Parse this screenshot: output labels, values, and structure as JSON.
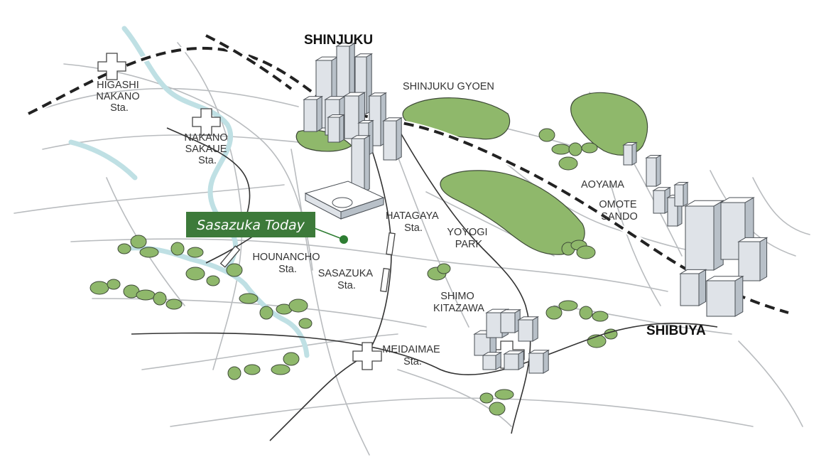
{
  "map": {
    "labels": {
      "shinjuku": "SHINJUKU",
      "shibuya": "SHIBUYA",
      "shinjuku_gyoen": "SHINJUKU GYOEN",
      "higashi_nakano": [
        "HIGASHI",
        "NAKANO",
        "Sta."
      ],
      "nakano_sakaue": [
        "NAKANO",
        "SAKAUE",
        "Sta."
      ],
      "aoyama": "AOYAMA",
      "omotesando": [
        "OMOTE",
        "SANDO"
      ],
      "hatagaya": [
        "HATAGAYA",
        "Sta."
      ],
      "yoyogi_park": [
        "YOYOGI",
        "PARK"
      ],
      "hounancho": [
        "HOUNANCHO",
        "Sta."
      ],
      "sasazuka": [
        "SASAZUKA",
        "Sta."
      ],
      "shimo_kitazawa": [
        "SHIMO",
        "KITAZAWA"
      ],
      "meidaimae": [
        "MEIDAIMAE",
        "Sta."
      ]
    },
    "marker": {
      "label": "Sasazuka Today",
      "label_bg": "#3d7a3a",
      "dot_color": "#2e7d32"
    },
    "colors": {
      "park": "#8fb86b",
      "river": "#bfe0e4",
      "road": "#b9bcbf",
      "rail": "#222222"
    }
  }
}
